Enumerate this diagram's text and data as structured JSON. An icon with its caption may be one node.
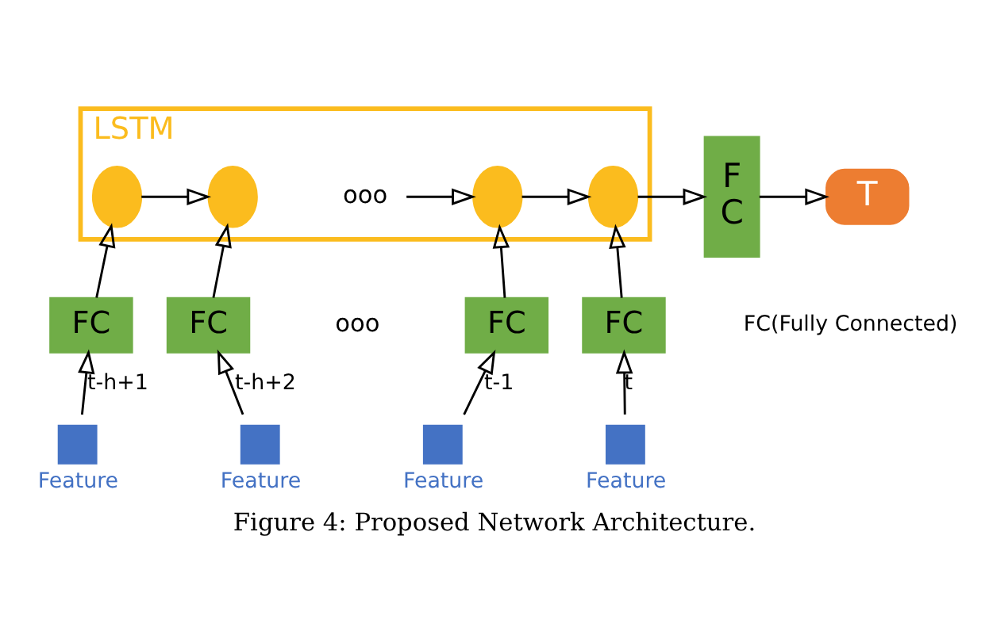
{
  "diagram": {
    "caption": "Figure 4: Proposed Network Architecture.",
    "nodes": [
      {
        "text": [
          "LSTM"
        ]
      },
      {
        "text": [],
        "shape": "circle",
        "in": 0
      },
      {
        "text": [],
        "shape": "circle",
        "in": 0
      },
      {
        "text": [
          "ooo"
        ],
        "in": 0
      },
      {
        "text": [],
        "shape": "circle",
        "in": 0
      },
      {
        "text": [],
        "shape": "circle",
        "in": 0
      },
      {
        "text": [
          "F C"
        ]
      },
      {
        "text": [
          "T"
        ]
      },
      {
        "text": [
          "FC"
        ]
      },
      {
        "text": [
          "FC"
        ]
      },
      {
        "text": [
          "FC"
        ]
      },
      {
        "text": [
          "FC"
        ]
      },
      {
        "text": [
          "Feature"
        ]
      },
      {
        "text": [
          "Feature"
        ]
      },
      {
        "text": [
          "Feature"
        ]
      },
      {
        "text": [
          "Feature"
        ]
      }
    ],
    "edges": [
      {
        "from": 1,
        "to": 2,
        "arrow": "to"
      },
      {
        "from": 3,
        "to": 4,
        "arrow": "to"
      },
      {
        "from": 4,
        "to": 5,
        "arrow": "to"
      },
      {
        "from": 5,
        "to": 6,
        "arrow": "to"
      },
      {
        "from": 6,
        "to": 7,
        "arrow": "to"
      },
      {
        "from": 8,
        "to": 1,
        "arrow": "to"
      },
      {
        "from": 9,
        "to": 2,
        "arrow": "to"
      },
      {
        "from": 10,
        "to": 4,
        "arrow": "to"
      },
      {
        "from": 11,
        "to": 5,
        "arrow": "to"
      },
      {
        "from": 12,
        "to": 8,
        "arrow": "to",
        "label": "t-h+1"
      },
      {
        "from": 13,
        "to": 9,
        "arrow": "to",
        "label": "t-h+2"
      },
      {
        "from": 14,
        "to": 10,
        "arrow": "to",
        "label": "t-1"
      },
      {
        "from": 15,
        "to": 11,
        "arrow": "to",
        "label": "t"
      }
    ],
    "labels": [
      "ooo",
      "FC(Fully Connected)"
    ]
  }
}
